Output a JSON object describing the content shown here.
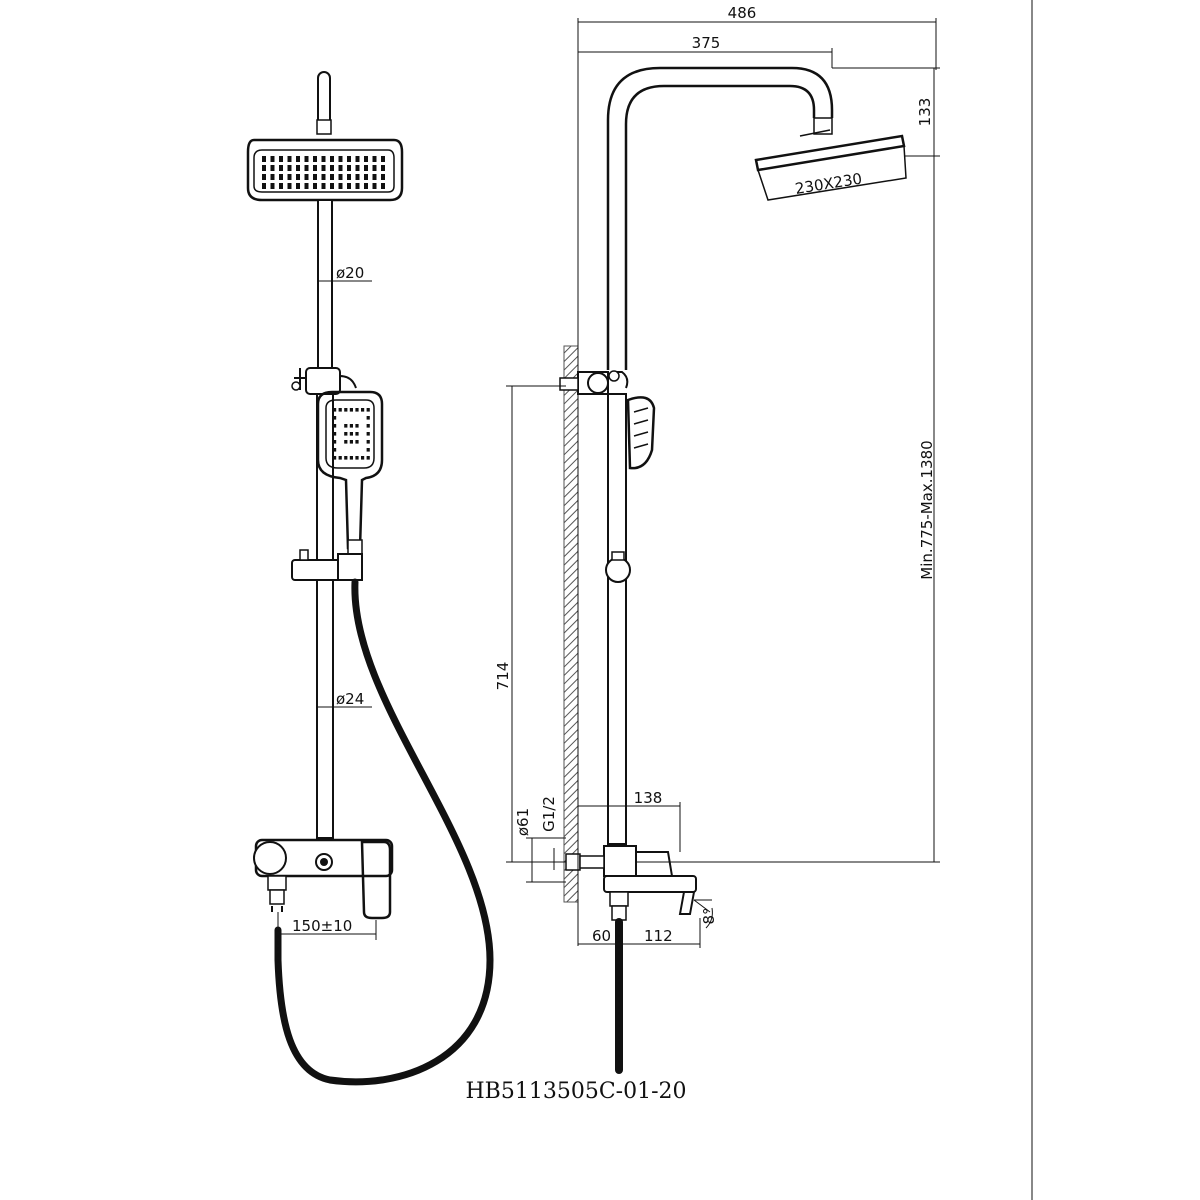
{
  "dimensions": {
    "overall_reach": "486",
    "arm_reach": "375",
    "head_drop": "133",
    "head_size": "230X230",
    "height_range": "Min.775-Max.1380",
    "bracket_height": "714",
    "rail_diameter": "ø20",
    "pipe_diameter": "ø24",
    "mixer_spacing": "150±10",
    "flange_diameter": "ø61",
    "inlet_thread": "G1/2",
    "mixer_reach": "138",
    "wall_offset": "60",
    "spout_length": "112",
    "spout_angle": "8°"
  },
  "model_code": "HB5113505C-01-20",
  "colors": {
    "line": "#111111",
    "wall_hatch": "#555555",
    "background": "#ffffff"
  }
}
